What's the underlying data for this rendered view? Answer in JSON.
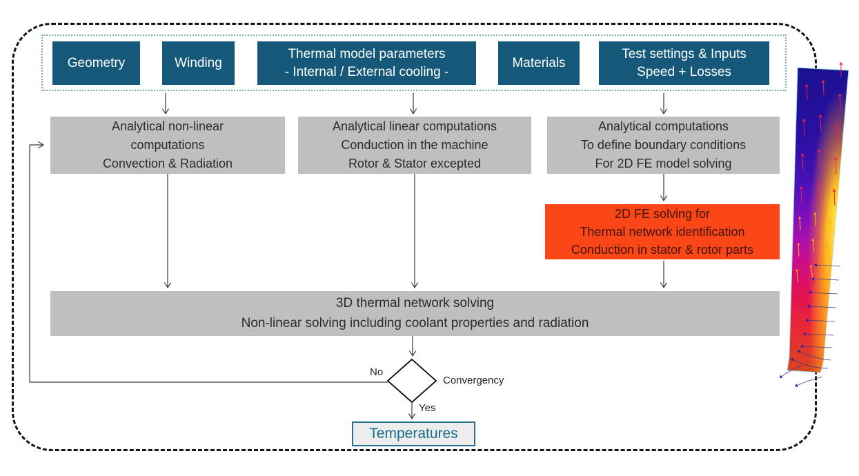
{
  "diagram": {
    "inputs": [
      {
        "label": "Geometry"
      },
      {
        "label": "Winding"
      },
      {
        "label": "Thermal model parameters",
        "sublabel": "- Internal / External cooling -"
      },
      {
        "label": "Materials"
      },
      {
        "label": "Test settings & Inputs",
        "sublabel": "Speed + Losses"
      }
    ],
    "process_boxes": [
      {
        "lines": [
          "Analytical non-linear",
          "computations",
          "Convection & Radiation"
        ]
      },
      {
        "lines": [
          "Analytical linear computations",
          "Conduction in the machine",
          "Rotor & Stator excepted"
        ]
      },
      {
        "lines": [
          "Analytical computations",
          "To define boundary conditions",
          "For 2D FE model solving"
        ]
      }
    ],
    "fe_box": {
      "lines": [
        "2D FE solving for",
        "Thermal network identification",
        "Conduction in stator & rotor parts"
      ]
    },
    "solver_box": {
      "lines": [
        "3D thermal network solving",
        "Non-linear solving including coolant properties and radiation"
      ]
    },
    "decision": {
      "label": "Convergency",
      "no_label": "No",
      "yes_label": "Yes"
    },
    "result": {
      "label": "Temperatures"
    },
    "colors": {
      "input_box": "#15587a",
      "process_box": "#bfbfbf",
      "fe_box": "#fb4617",
      "outer_border": "#141414",
      "inputs_group_border": "#7fa8c4",
      "result_border": "#27718f",
      "result_text": "#186e8e",
      "arrow": "#3a3a3a"
    }
  }
}
